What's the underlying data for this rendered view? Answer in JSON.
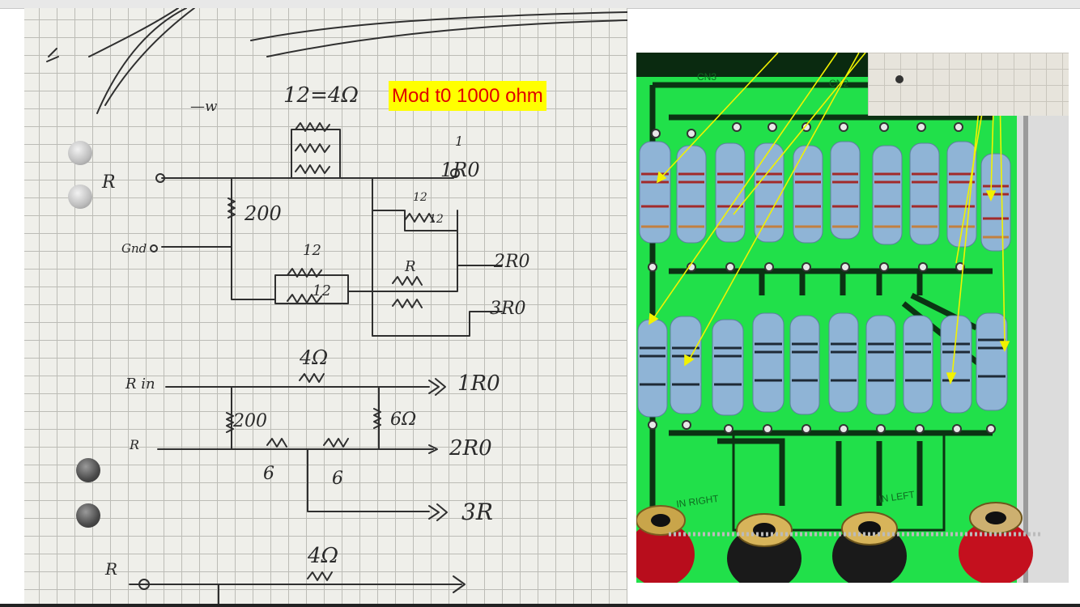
{
  "caption": {
    "text": "Mod t0 1000 ohm",
    "bg_color": "#ffff00",
    "text_color": "#e00000"
  },
  "sketch": {
    "notes": [
      "12=4Ω",
      "1",
      "1R0",
      "R",
      "Gnd",
      "200",
      "12",
      "12",
      "12",
      "12",
      "R",
      "2R0",
      "3R0",
      "R in",
      "4Ω",
      "1R0",
      "200",
      "6Ω",
      "2R0",
      "R",
      "6",
      "6",
      "3R",
      "4Ω",
      "R"
    ]
  },
  "pcb": {
    "silkscreen": [
      "CN3",
      "CN2",
      "IN RIGHT",
      "IN LEFT"
    ],
    "arrow_color": "#f2f200",
    "board_color": "#21e04a",
    "resistor_color": "#8fb4d6"
  }
}
